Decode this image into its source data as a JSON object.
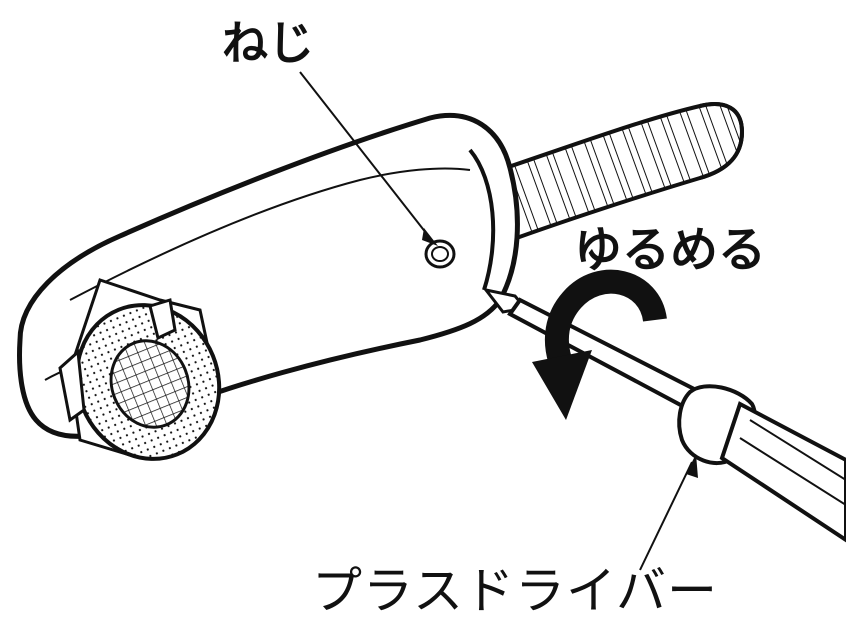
{
  "labels": {
    "screw": "ねじ",
    "loosen": "ゆるめる",
    "driver": "プラスドライバー"
  },
  "colors": {
    "line": "#111111",
    "fill": "#ffffff"
  }
}
